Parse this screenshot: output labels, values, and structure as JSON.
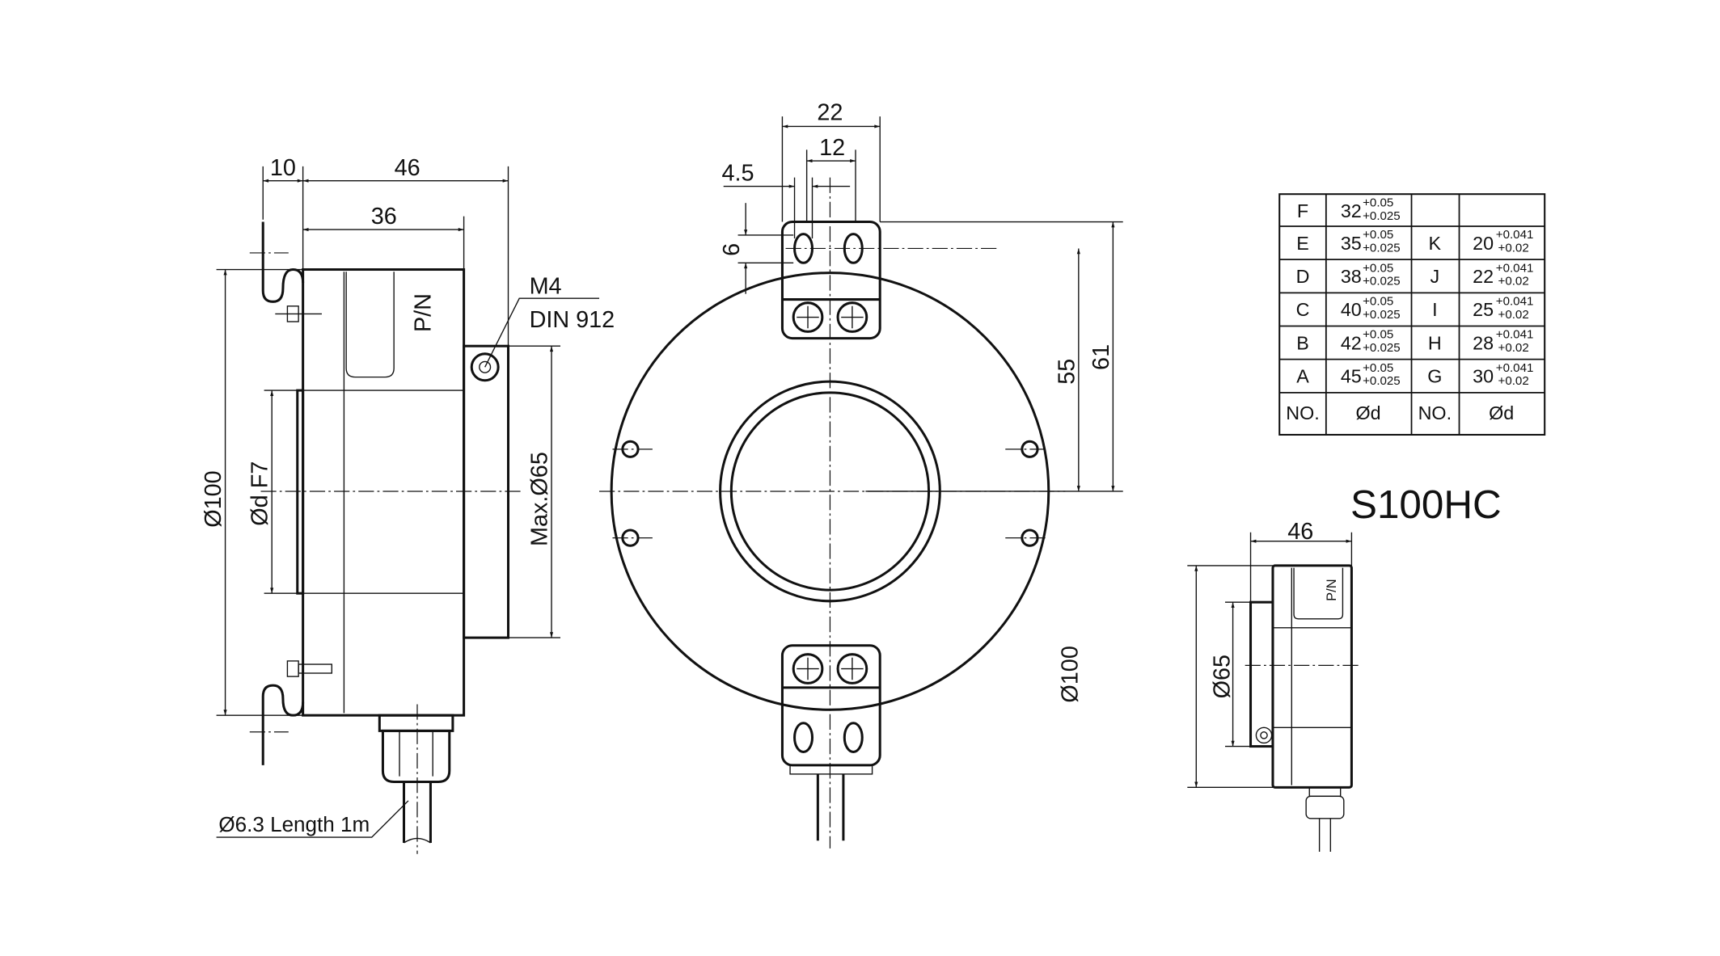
{
  "side_view": {
    "dim_flange_offset": "10",
    "dim_total_depth": "46",
    "dim_body_depth": "36",
    "dim_outer_diameter": "Ø100",
    "dim_bore": "Ød F7",
    "dim_max_shaft": "Max.Ø65",
    "screw_spec_line1": "M4",
    "screw_spec_line2": "DIN 912",
    "cable_note": "Ø6.3 Length 1m",
    "label_pn": "P/N"
  },
  "front_view": {
    "dim_bracket_width": "22",
    "dim_slot_spacing": "12",
    "dim_slot_width": "4.5",
    "dim_slot_height": "6",
    "dim_slot_to_center": "55",
    "dim_bracket_to_center": "61",
    "dim_outer_diameter": "Ø100"
  },
  "bore_table": {
    "rows": [
      {
        "no1": "F",
        "d1": "32",
        "no2": "",
        "d2": ""
      },
      {
        "no1": "E",
        "d1": "35",
        "no2": "K",
        "d2": "20"
      },
      {
        "no1": "D",
        "d1": "38",
        "no2": "J",
        "d2": "22"
      },
      {
        "no1": "C",
        "d1": "40",
        "no2": "I",
        "d2": "25"
      },
      {
        "no1": "B",
        "d1": "42",
        "no2": "H",
        "d2": "28"
      },
      {
        "no1": "A",
        "d1": "45",
        "no2": "G",
        "d2": "30"
      }
    ],
    "tol1_upper": "+0.05",
    "tol1_lower": "+0.025",
    "tol2_upper": "+0.041",
    "tol2_lower": "+0.02",
    "header_no": "NO.",
    "header_d": "Ød"
  },
  "model_name": "S100HC",
  "small_view": {
    "dim_depth": "46",
    "dim_diameter": "Ø65",
    "label_pn": "P/N"
  }
}
